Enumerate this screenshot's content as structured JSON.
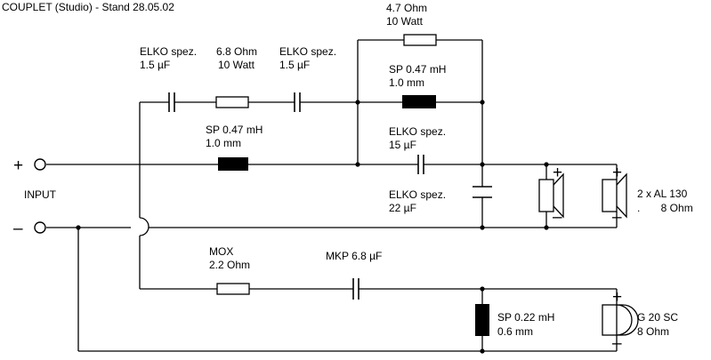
{
  "title": "COUPLET (Studio) - Stand 28.05.02",
  "input": {
    "label": "INPUT",
    "plus": "+",
    "minus": "–"
  },
  "components": {
    "c1": {
      "line1": "ELKO spez.",
      "line2": "1.5 µF"
    },
    "r1": {
      "line1": "6.8 Ohm",
      "line2": "10 Watt"
    },
    "c2": {
      "line1": "ELKO spez.",
      "line2": "1.5 µF"
    },
    "r2": {
      "line1": "4.7 Ohm",
      "line2": "10 Watt"
    },
    "l2": {
      "line1": "SP 0.47 mH",
      "line2": "1.0 mm"
    },
    "l1": {
      "line1": "SP 0.47 mH",
      "line2": "1.0 mm"
    },
    "c3": {
      "line1": "ELKO spez.",
      "line2": "15 µF"
    },
    "c4": {
      "line1": "ELKO spez.",
      "line2": "22 µF"
    },
    "r3": {
      "line1": "MOX",
      "line2": "2.2 Ohm"
    },
    "c5": {
      "line1": "MKP 6.8 µF"
    },
    "l3": {
      "line1": "SP 0.22 mH",
      "line2": "0.6 mm"
    }
  },
  "drivers": {
    "woofer": {
      "line1": "2 x AL 130",
      "line2": ".       8 Ohm",
      "plus": "+",
      "minus": "–"
    },
    "tweeter": {
      "line1": "G 20 SC",
      "line2": "8 Ohm",
      "plus": "+",
      "minus": "–"
    }
  }
}
